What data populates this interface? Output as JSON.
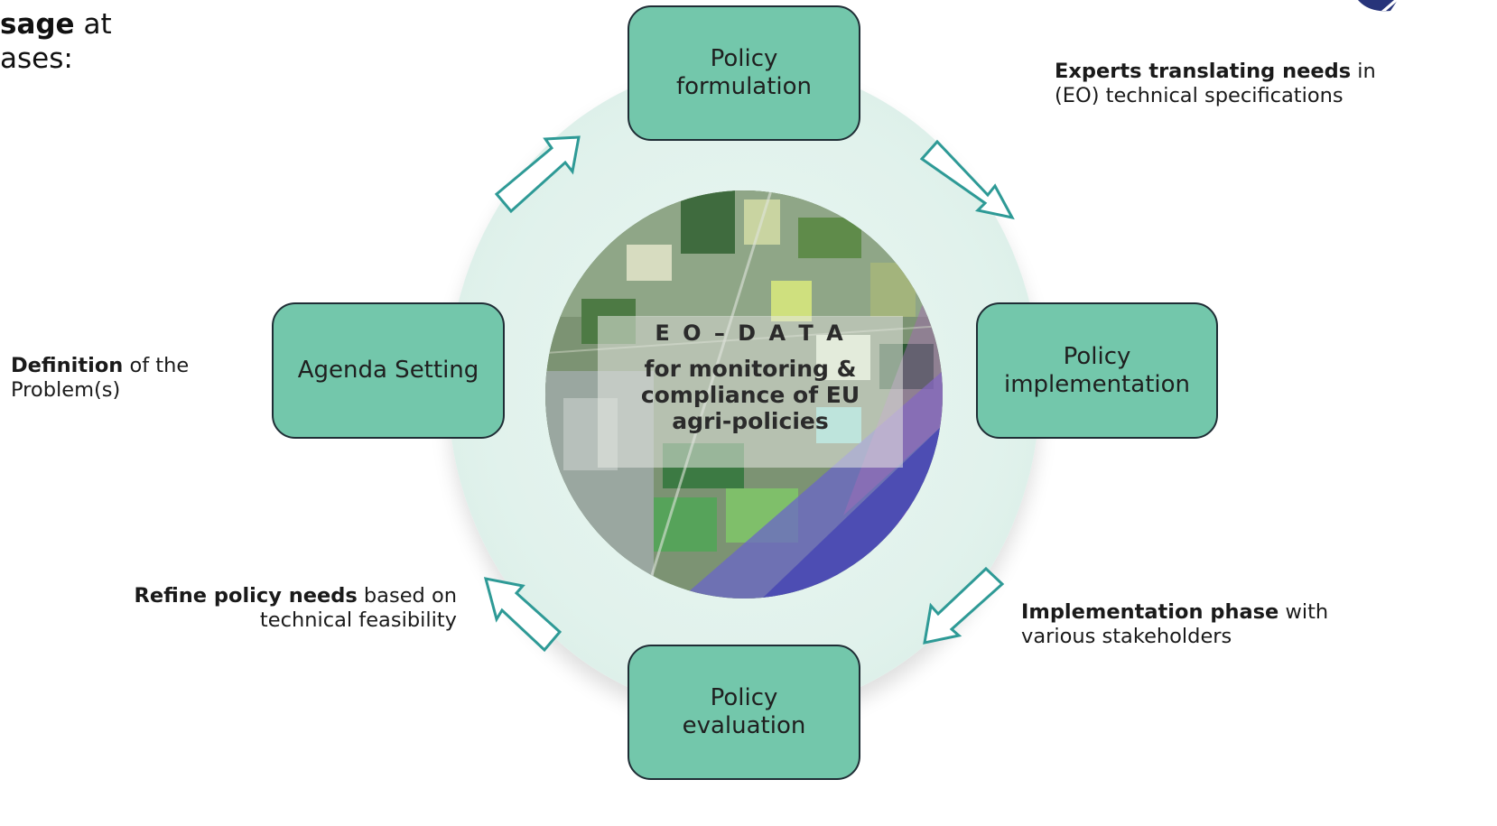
{
  "title": {
    "bold": "sage",
    "after_bold": " at",
    "line2": "ases:"
  },
  "center": {
    "eo_title": "E O – D A T A",
    "subtitle_lines": [
      "for monitoring &",
      "compliance of EU",
      "agri-policies"
    ]
  },
  "phases": {
    "top": [
      "Policy",
      "formulation"
    ],
    "right": [
      "Policy",
      "implementation"
    ],
    "bottom": [
      "Policy",
      "evaluation"
    ],
    "left": [
      "Agenda Setting"
    ]
  },
  "notes": {
    "experts": {
      "bold": "Experts translating needs",
      "rest": " in",
      "line2": "(EO) technical specifications"
    },
    "definition": {
      "bold": "Definition",
      "rest": " of the",
      "line2": "Problem(s)"
    },
    "refine": {
      "bold": "Refine policy needs",
      "rest": " based on",
      "line2": "technical feasibility"
    },
    "implementation": {
      "bold": "Implementation phase",
      "rest": " with",
      "line2": "various stakeholders"
    }
  },
  "icons": [
    "logo-icon",
    "arrow-icon"
  ],
  "colors": {
    "phase_fill": "#73c7ab",
    "phase_border": "#1f2d35",
    "arrow": "#2e9a96",
    "ring": "#e1f2ec"
  }
}
